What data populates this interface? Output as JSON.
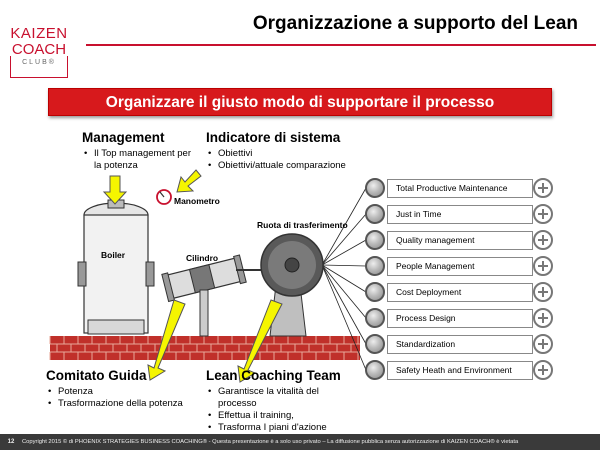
{
  "logo": {
    "line1": "KAIZEN",
    "line2": "COACH",
    "line3": "CLUB®"
  },
  "title": "Organizzazione a supporto del Lean",
  "banner": "Organizzare il giusto modo di supportare il processo",
  "management": {
    "heading": "Management",
    "bullets": [
      "Il Top management per la potenza"
    ]
  },
  "indicatore": {
    "heading": "Indicatore di sistema",
    "bullets": [
      "Obiettivi",
      "Obiettivi/attuale comparazione"
    ]
  },
  "comitato": {
    "heading": "Comitato Guida",
    "bullets": [
      "Potenza",
      "Trasformazione della potenza"
    ]
  },
  "lean_team": {
    "heading": "Lean Coaching Team",
    "bullets": [
      "Garantisce la vitalità del processo",
      "Effettua il training,",
      "Trasforma I piani d'azione"
    ]
  },
  "labels": {
    "manometro": "Manometro",
    "boiler": "Boiler",
    "cilindro": "Cilindro",
    "ruota": "Ruota di trasferimento"
  },
  "list_items": [
    "Total Productive Maintenance",
    "Just in Time",
    "Quality management",
    "People Management",
    "Cost Deployment",
    "Process Design",
    "Standardization",
    "Safety Heath and Environment"
  ],
  "footer": {
    "page": "12",
    "text": "Copyright 2015 © di PHOENIX STRATEGIES BUSINESS COACHING® - Questa presentazione è a solo uso privato – La diffusione pubblica senza autorizzazione di KAIZEN COACH® è vietata"
  },
  "colors": {
    "accent": "#d7191c",
    "brick": "#c0302a",
    "arrow": "#f5f500"
  }
}
